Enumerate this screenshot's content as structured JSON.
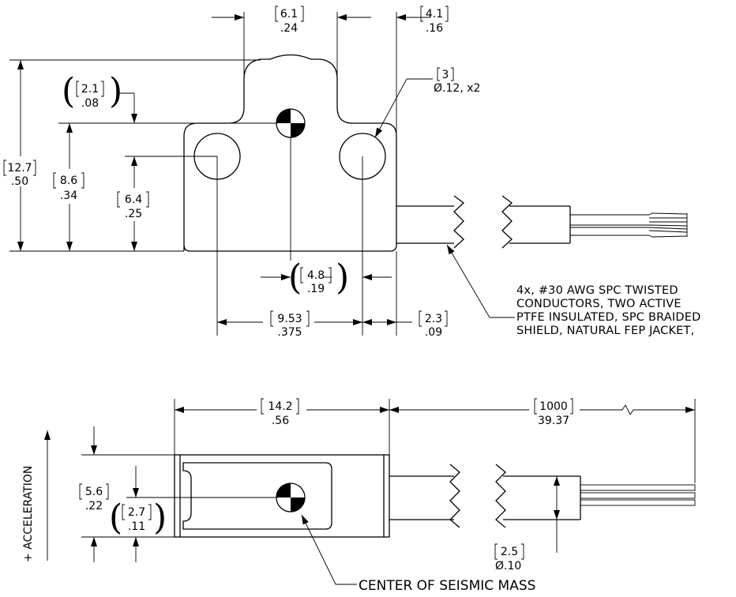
{
  "dimensions": {
    "top_width": {
      "mm": "6.1",
      "in": ".24"
    },
    "right_margin": {
      "mm": "4.1",
      "in": ".16"
    },
    "hole": {
      "mm": "3",
      "in": ".12, x2",
      "prefix": "Ø"
    },
    "top_offset": {
      "mm": "2.1",
      "in": ".08"
    },
    "height_total": {
      "mm": "12.7",
      "in": ".50"
    },
    "cg_height": {
      "mm": "8.6",
      "in": ".34"
    },
    "hole_height": {
      "mm": "6.4",
      "in": ".25"
    },
    "cg_offset": {
      "mm": "4.8",
      "in": ".19"
    },
    "hole_spacing": {
      "mm": "9.53",
      "in": ".375"
    },
    "hole_edge": {
      "mm": "2.3",
      "in": ".09"
    },
    "body_length": {
      "mm": "14.2",
      "in": ".56"
    },
    "cable_length": {
      "mm": "1000",
      "in": "39.37"
    },
    "side_height": {
      "mm": "5.6",
      "in": ".22"
    },
    "side_cg": {
      "mm": "2.7",
      "in": ".11"
    },
    "cable_dia": {
      "mm": "2.5",
      "in": ".10",
      "prefix": "Ø"
    }
  },
  "notes": {
    "cable_spec": [
      "4x,  #30 AWG SPC TWISTED",
      "CONDUCTORS, TWO ACTIVE",
      "PTFE INSULATED, SPC BRAIDED",
      "SHIELD, NATURAL FEP JACKET,"
    ],
    "seismic": "CENTER OF SEISMIC MASS",
    "acceleration": "+ ACCELERATION"
  }
}
